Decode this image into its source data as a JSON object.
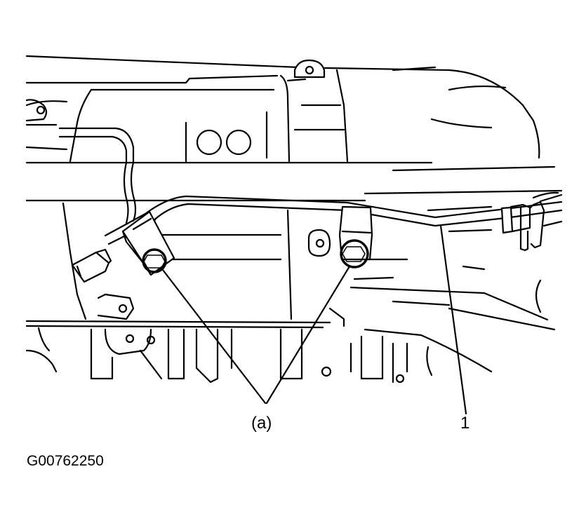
{
  "labels": {
    "callout_a": "(a)",
    "callout_1": "1",
    "figure_code": "G00762250"
  }
}
